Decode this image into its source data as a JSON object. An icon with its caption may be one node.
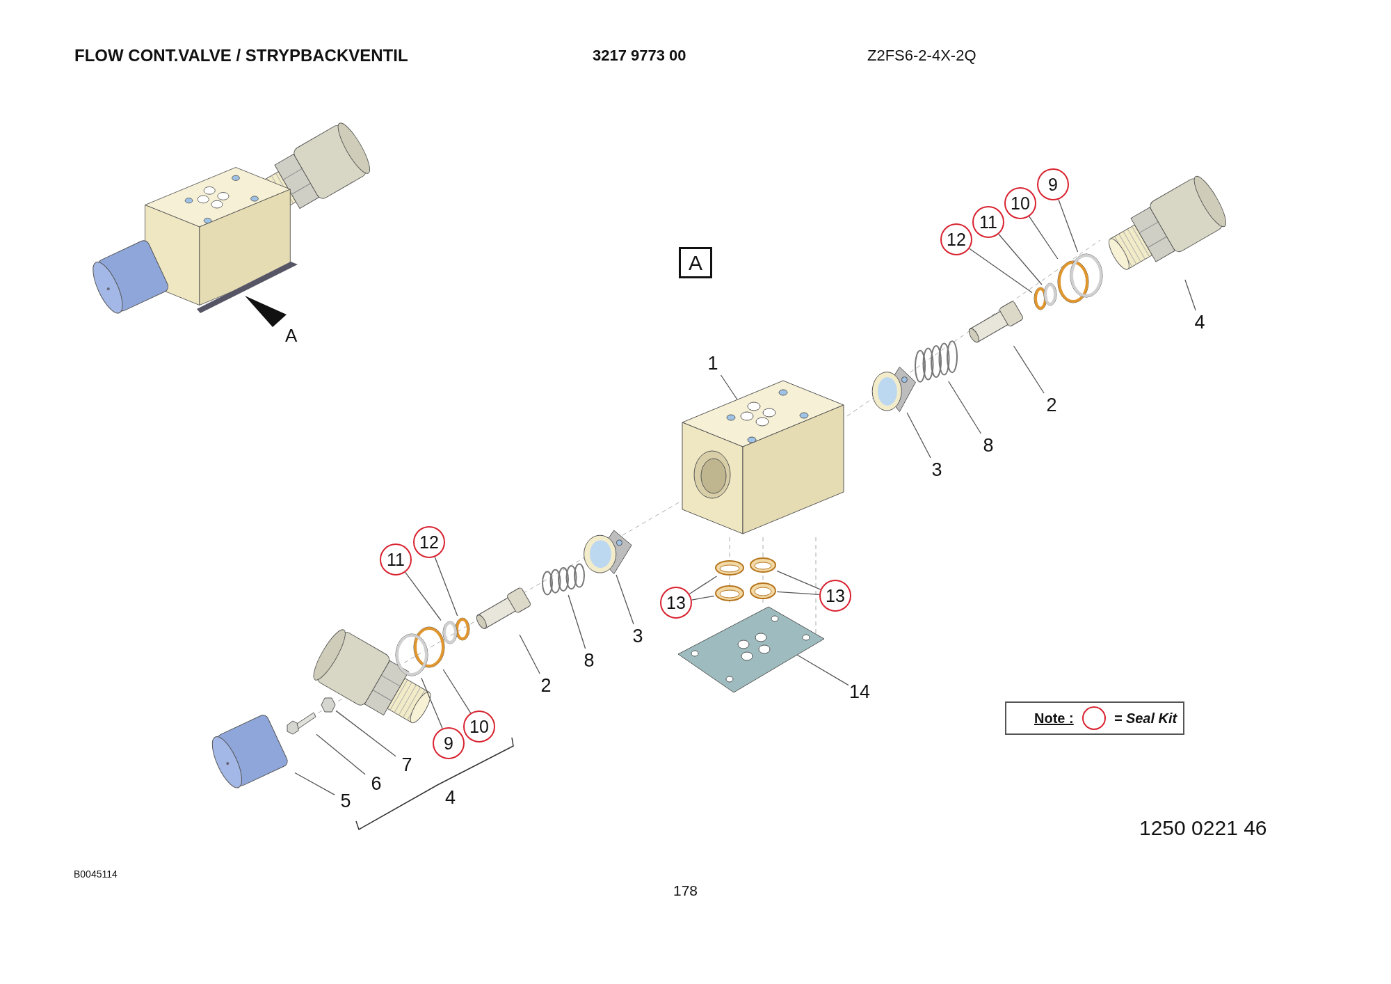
{
  "diagram": {
    "title": "FLOW CONT.VALVE / STRYPBACKVENTIL",
    "nodes": [
      {
        "text": [
          "A"
        ]
      },
      {
        "text": [],
        "shape": "picture"
      },
      {
        "text": [],
        "shape": "picture"
      },
      {
        "text": [],
        "shape": "picture"
      },
      {
        "text": [],
        "shape": "picture"
      },
      {
        "text": [],
        "shape": "picture"
      },
      {
        "text": [],
        "shape": "picture"
      },
      {
        "text": [],
        "shape": "picture"
      },
      {
        "text": [],
        "shape": "picture"
      },
      {
        "text": [],
        "shape": "picture"
      },
      {
        "text": [],
        "shape": "picture"
      },
      {
        "text": [],
        "shape": "picture"
      },
      {
        "text": [],
        "shape": "picture"
      },
      {
        "text": [],
        "shape": "picture"
      },
      {
        "text": [],
        "shape": "picture"
      },
      {
        "text": [],
        "shape": "picture"
      },
      {
        "text": [],
        "shape": "picture"
      },
      {
        "text": [],
        "shape": "picture"
      },
      {
        "text": [],
        "shape": "picture"
      },
      {
        "text": [],
        "shape": "picture"
      },
      {
        "text": [],
        "shape": "picture"
      },
      {
        "text": [],
        "shape": "picture"
      },
      {
        "text": [],
        "shape": "picture"
      },
      {
        "text": [],
        "shape": "picture"
      },
      {
        "text": [],
        "shape": "picture"
      },
      {
        "text": [
          "9"
        ]
      },
      {
        "text": [
          "10"
        ]
      },
      {
        "text": [
          "11"
        ]
      },
      {
        "text": [
          "12"
        ]
      },
      {
        "text": [
          "4"
        ]
      },
      {
        "text": [
          "1"
        ]
      },
      {
        "text": [
          "2"
        ]
      },
      {
        "text": [
          "8"
        ]
      },
      {
        "text": [
          "3"
        ]
      },
      {
        "text": [
          "12"
        ]
      },
      {
        "text": [
          "11"
        ]
      },
      {
        "text": [
          "13"
        ]
      },
      {
        "text": [
          "3"
        ]
      },
      {
        "text": [
          "13"
        ]
      },
      {
        "text": [
          "8"
        ]
      },
      {
        "text": [
          "2"
        ]
      },
      {
        "text": [
          "14"
        ]
      },
      {
        "text": [
          "10"
        ]
      },
      {
        "text": [
          "9"
        ]
      },
      {
        "text": [
          "7"
        ]
      },
      {
        "text": [
          "6"
        ]
      },
      {
        "text": [
          "5"
        ]
      }
    ],
    "edges": [
      {
        "from": 25,
        "to": 8,
        "arrow": "none"
      },
      {
        "from": 26,
        "to": 7,
        "arrow": "none"
      },
      {
        "from": 27,
        "to": 6,
        "arrow": "none"
      },
      {
        "from": 28,
        "to": 5,
        "arrow": "none"
      },
      {
        "from": 29,
        "to": 9,
        "arrow": "none"
      },
      {
        "from": 30,
        "to": 1,
        "arrow": "none"
      },
      {
        "from": 31,
        "to": 4,
        "arrow": "none"
      },
      {
        "from": 32,
        "to": 3,
        "arrow": "none"
      },
      {
        "from": 33,
        "to": 2,
        "arrow": "none"
      },
      {
        "from": 34,
        "to": 13,
        "arrow": "none"
      },
      {
        "from": 35,
        "to": 14,
        "arrow": "none"
      },
      {
        "from": 36,
        "to": 20,
        "arrow": "none"
      },
      {
        "from": 36,
        "to": 22,
        "arrow": "none"
      },
      {
        "from": 37,
        "to": 10,
        "arrow": "none"
      },
      {
        "from": 38,
        "to": 21,
        "arrow": "none"
      },
      {
        "from": 38,
        "to": 23,
        "arrow": "none"
      },
      {
        "from": 39,
        "to": 11,
        "arrow": "none"
      },
      {
        "from": 40,
        "to": 12,
        "arrow": "none"
      },
      {
        "from": 41,
        "to": 24,
        "arrow": "none"
      },
      {
        "from": 42,
        "to": 15,
        "arrow": "none"
      },
      {
        "from": 43,
        "to": 16,
        "arrow": "none"
      },
      {
        "from": 44,
        "to": 17,
        "arrow": "none"
      },
      {
        "from": 45,
        "to": 18,
        "arrow": "none"
      },
      {
        "from": 46,
        "to": 19,
        "arrow": "none"
      }
    ],
    "labels": [
      "3217 9773 00",
      "Z2FS6-2-4X-2Q",
      "A",
      "4",
      "Note :",
      "1250 0221 46",
      "B0045114",
      "178"
    ],
    "legend": [
      {
        "text": "= Seal Kit"
      }
    ]
  }
}
